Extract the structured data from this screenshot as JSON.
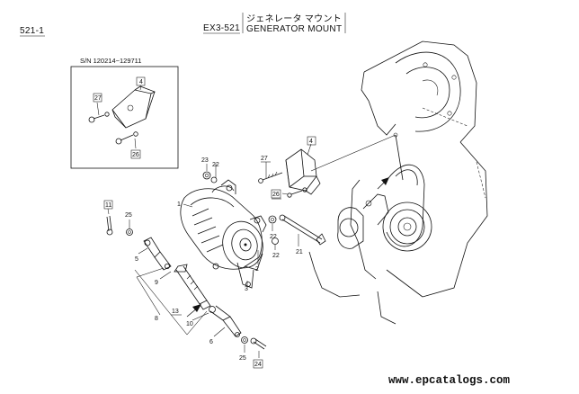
{
  "header": {
    "page_ref": "521-1",
    "section_code": "EX3-521",
    "title_jp": "ジェネレータ マウント",
    "title_en": "GENERATOR MOUNT"
  },
  "inset": {
    "serial_range": "S/N 120214~129711"
  },
  "callouts": {
    "c1": "1",
    "c2": "2",
    "c3": "3",
    "c4a": "4",
    "c4b": "4",
    "c5": "5",
    "c6": "6",
    "c8": "8",
    "c9": "9",
    "c10": "10",
    "c11": "11",
    "c13": "13",
    "c21": "21",
    "c22a": "22",
    "c22b": "22",
    "c22c": "22",
    "c23": "23",
    "c24": "24",
    "c25a": "25",
    "c25b": "25",
    "c26a": "26",
    "c26b": "26",
    "c27a": "27",
    "c27b": "27"
  },
  "footer": {
    "website": "www.epcatalogs.com"
  }
}
